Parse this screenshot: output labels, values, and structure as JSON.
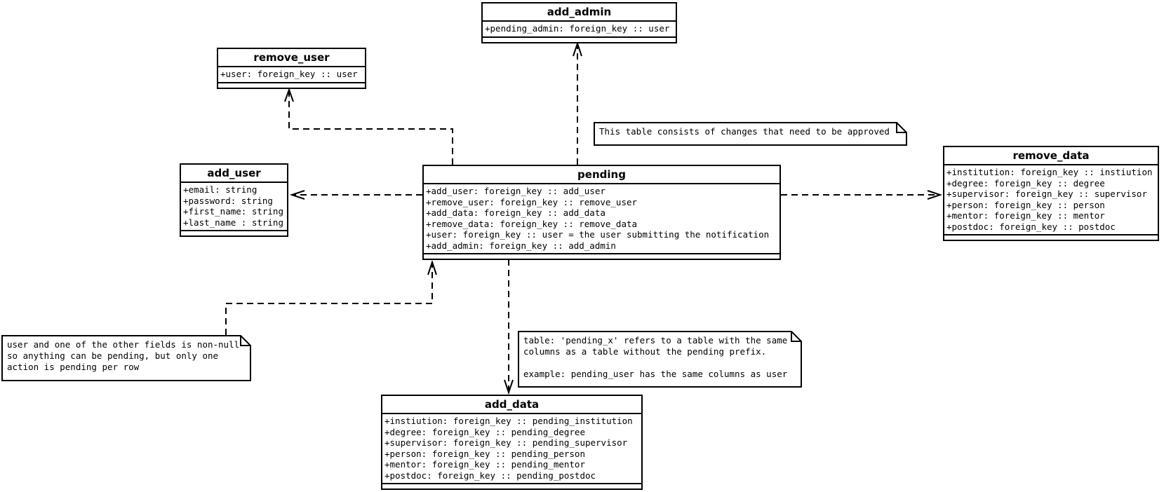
{
  "diagram": {
    "background_color": "#ffffff",
    "line_color": "#000000",
    "tables": {
      "add_admin": {
        "title": "add_admin",
        "attributes": [
          "+pending_admin: foreign_key :: user"
        ]
      },
      "remove_user": {
        "title": "remove_user",
        "attributes": [
          "+user: foreign_key :: user"
        ]
      },
      "add_user": {
        "title": "add_user",
        "attributes": [
          "+email: string",
          "+password: string",
          "+first_name: string",
          "+last_name : string"
        ]
      },
      "pending": {
        "title": "pending",
        "attributes": [
          "+add_user: foreign_key :: add_user",
          "+remove_user: foreign_key :: remove_user",
          "+add_data: foreign_key :: add_data",
          "+remove_data: foreign_key :: remove_data",
          "+user: foreign_key :: user = the user submitting the notification",
          "+add_admin: foreign_key :: add_admin"
        ]
      },
      "remove_data": {
        "title": "remove_data",
        "attributes": [
          "+institution: foreign_key :: instiution",
          "+degree: foreign_key :: degree",
          "+supervisor: foreign_key :: supervisor",
          "+person: foreign_key :: person",
          "+mentor: foreign_key :: mentor",
          "+postdoc: foreign_key :: postdoc"
        ]
      },
      "add_data": {
        "title": "add_data",
        "attributes": [
          "+instiution: foreign_key :: pending_institution",
          "+degree: foreign_key :: pending_degree",
          "+supervisor: foreign_key :: pending_supervisor",
          "+person: foreign_key :: pending_person",
          "+mentor: foreign_key :: pending_mentor",
          "+postdoc: foreign_key :: pending_postdoc"
        ]
      }
    },
    "notes": {
      "approval": {
        "lines": [
          "This table consists of changes that need to be approved"
        ]
      },
      "pending_rule": {
        "lines": [
          "user and one of the other fields is non-null",
          "so anything can be pending, but only one",
          "action is pending per row"
        ]
      },
      "naming": {
        "lines": [
          "table: 'pending_x' refers to a table with the same",
          "columns as a table without the pending prefix.",
          "",
          "example: pending_user has the same columns as user"
        ]
      }
    }
  }
}
